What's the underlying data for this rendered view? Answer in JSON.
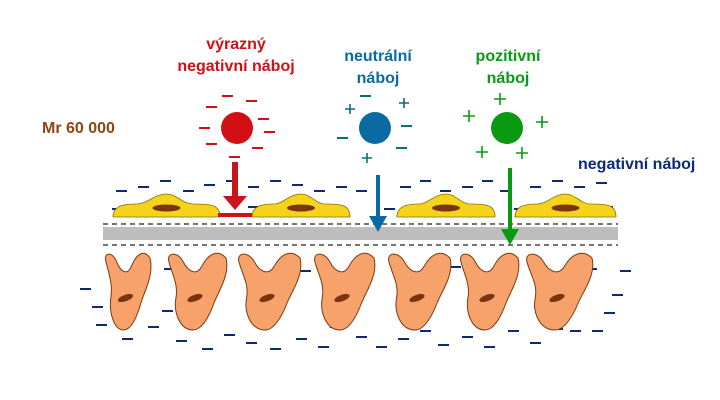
{
  "labels": {
    "molecular_weight": "Mr  60 000",
    "strong_negative": [
      "výrazný",
      "negativní náboj"
    ],
    "neutral": [
      "neutrální",
      "náboj"
    ],
    "positive": [
      "pozitivní",
      "náboj"
    ],
    "membrane_negative": "negativní náboj"
  },
  "colors": {
    "negative_particle": "#d20f14",
    "neutral_particle": "#0c6aa3",
    "positive_particle": "#0a9a12",
    "charge_minus": "#0b2a7a",
    "mr_label": "#8b4513",
    "membrane_label": "#0b2a7a",
    "endothelial_cell": "#f5d31b",
    "podocyte": "#f7a26b",
    "nucleus": "#7a3510",
    "basement_membrane": "#bdbdbd"
  },
  "particles": [
    {
      "name": "strong-negative-particle",
      "charge": "negative",
      "passes": false
    },
    {
      "name": "neutral-particle",
      "charge": "neutral",
      "passes": true
    },
    {
      "name": "positive-particle",
      "charge": "positive",
      "passes": true
    }
  ]
}
